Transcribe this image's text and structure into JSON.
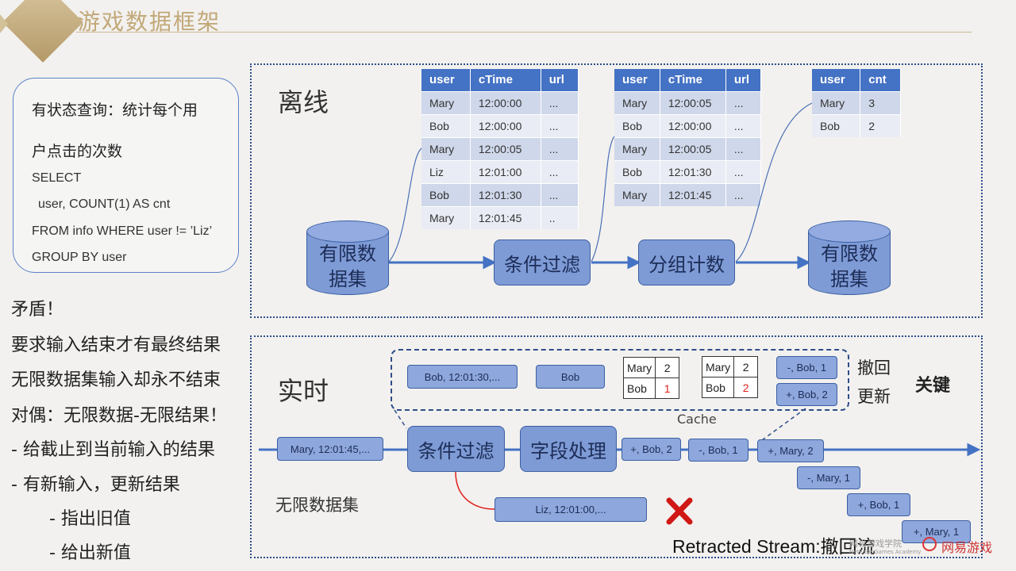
{
  "header": {
    "title": "游戏数据框架"
  },
  "query": {
    "line1": "有状态查询：统计每个用",
    "line2": "户点击的次数",
    "sql": [
      "SELECT",
      "user, COUNT(1) AS cnt",
      "FROM info WHERE user != ’Liz’",
      "GROUP BY user"
    ]
  },
  "left_notes": {
    "lines": [
      "矛盾！",
      "要求输入结束才有最终结果",
      "无限数据集输入却永不结束",
      "对偶：无限数据-无限结果！"
    ],
    "bullets": [
      "-    给截止到当前输入的结果",
      "-    有新输入，更新结果"
    ],
    "sub_bullets": [
      "-    指出旧值",
      "-    给出新值"
    ]
  },
  "offline": {
    "label": "离线",
    "source": "有限数据集",
    "source_lines": [
      "有限数",
      "据集"
    ],
    "filter": "条件过滤",
    "group": "分组计数",
    "sink_lines": [
      "有限数",
      "据集"
    ],
    "table1": {
      "headers": [
        "user",
        "cTime",
        "url"
      ],
      "rows": [
        [
          "Mary",
          "12:00:00",
          "..."
        ],
        [
          "Bob",
          "12:00:00",
          "..."
        ],
        [
          "Mary",
          "12:00:05",
          "..."
        ],
        [
          "Liz",
          "12:01:00",
          "..."
        ],
        [
          "Bob",
          "12:01:30",
          "..."
        ],
        [
          "Mary",
          "12:01:45",
          ".."
        ]
      ]
    },
    "table2": {
      "headers": [
        "user",
        "cTime",
        "url"
      ],
      "rows": [
        [
          "Mary",
          "12:00:05",
          "..."
        ],
        [
          "Bob",
          "12:00:00",
          "..."
        ],
        [
          "Mary",
          "12:00:05",
          "..."
        ],
        [
          "Bob",
          "12:01:30",
          "..."
        ],
        [
          "Mary",
          "12:01:45",
          "..."
        ]
      ]
    },
    "table3": {
      "headers": [
        "user",
        "cnt"
      ],
      "rows": [
        [
          "Mary",
          "3"
        ],
        [
          "Bob",
          "2"
        ]
      ]
    }
  },
  "realtime": {
    "label": "实时",
    "input_event": "Mary, 12:01:45,...",
    "filter": "条件过滤",
    "field": "字段处理",
    "stream_label": "无限数据集",
    "dropped": "Liz, 12:01:00,...",
    "cache_items": {
      "event": "Bob, 12:01:30,...",
      "key": "Bob"
    },
    "cache_old": [
      [
        "Mary",
        "2"
      ],
      [
        "Bob",
        "1"
      ]
    ],
    "cache_new": [
      [
        "Mary",
        "2"
      ],
      [
        "Bob",
        "2"
      ]
    ],
    "retract": "-, Bob, 1",
    "update": "+, Bob, 2",
    "retract_label": "撤回",
    "update_label": "更新",
    "cache_label": "Cache",
    "key_label": "关键",
    "out_stream": [
      "+, Bob, 2",
      "-, Bob, 1",
      "+, Mary, 2",
      "-, Mary, 1",
      "+, Bob, 1",
      "+, Mary, 1"
    ],
    "retracted_title": "Retracted Stream:撤回流"
  },
  "footer": {
    "academy": "网易游戏学院",
    "academy_en": "NetEase Games Academy",
    "brand": "网易游戏"
  }
}
